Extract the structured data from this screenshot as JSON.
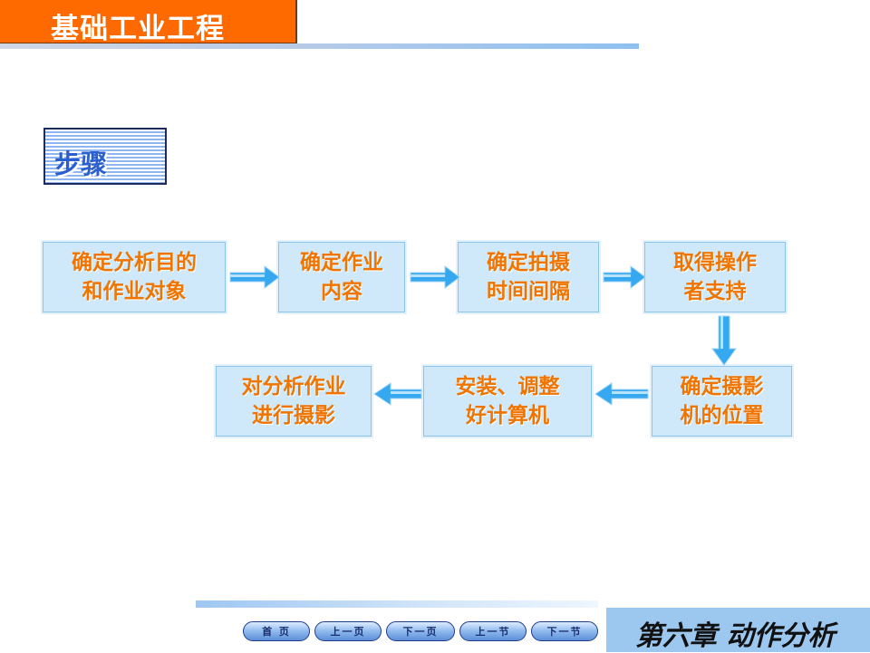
{
  "header": {
    "title": "基础工业工程"
  },
  "section": {
    "label": "步骤"
  },
  "flow": {
    "steps": [
      "确定分析目的\n和作业对象",
      "确定作业\n内容",
      "确定拍摄\n时间间隔",
      "取得操作\n者支持",
      "确定摄影\n机的位置",
      "安装、调整\n好计算机",
      "对分析作业\n进行摄影"
    ],
    "colors": {
      "box_fill": "#cfe9fb",
      "text": "#f07400",
      "arrow": "#35a8f0"
    }
  },
  "nav": {
    "first_page": "首 页",
    "prev_page": "上一页",
    "next_page": "下一页",
    "prev_section": "上一节",
    "next_section": "下一节"
  },
  "chapter": {
    "title": "第六章 动作分析"
  }
}
